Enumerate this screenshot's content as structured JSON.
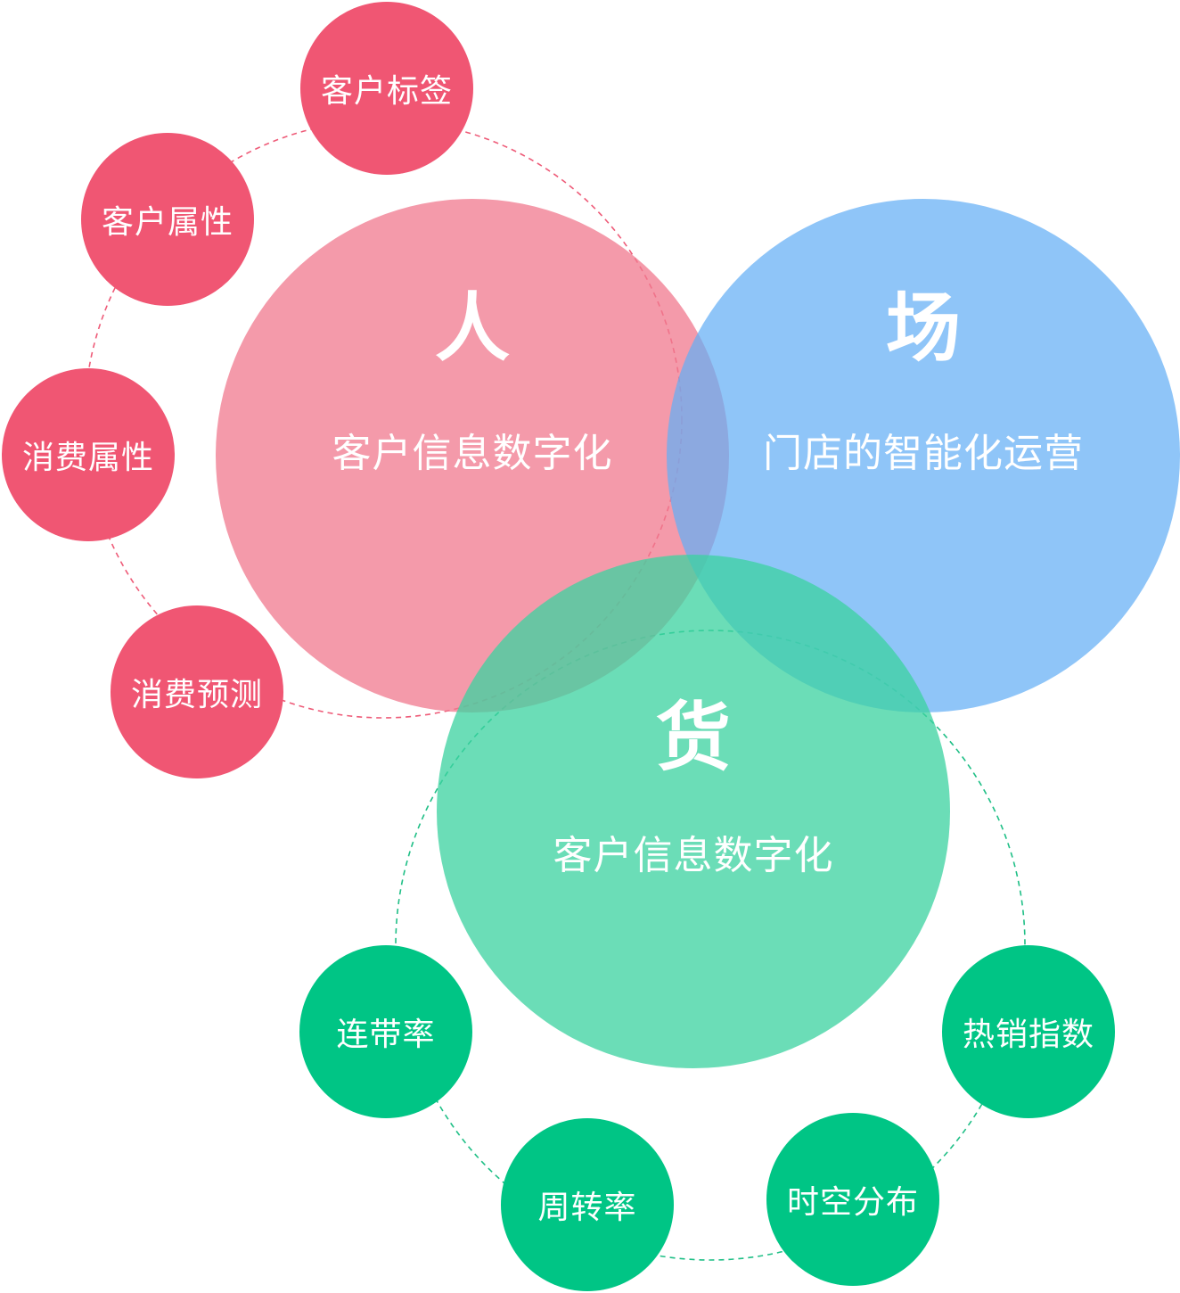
{
  "circles": {
    "ren": {
      "title": "人",
      "subtitle": "客户信息数字化",
      "color": "#f07a8f"
    },
    "chang": {
      "title": "场",
      "subtitle": "门店的智能化运营",
      "color": "#64aff5"
    },
    "huo": {
      "title": "货",
      "subtitle": "客户信息数字化",
      "color": "#3cd2a0"
    }
  },
  "satellites_ren": {
    "color": "#f05673",
    "items": [
      "客户标签",
      "客户属性",
      "消费属性",
      "消费预测"
    ]
  },
  "satellites_huo": {
    "color": "#00c585",
    "items": [
      "连带率",
      "周转率",
      "时空分布",
      "热销指数"
    ]
  }
}
